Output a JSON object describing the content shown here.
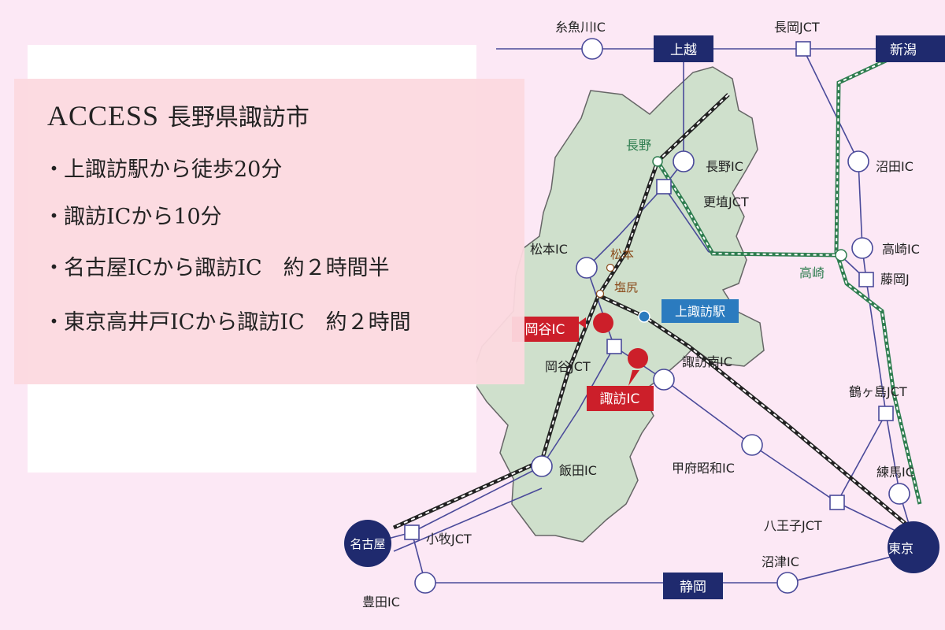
{
  "access": {
    "title_en": "ACCESS",
    "title_jp": "長野県諏訪市",
    "bullet": "・",
    "items": [
      "上諏訪駅から徒歩20分",
      "諏訪ICから10分",
      "名古屋ICから諏訪IC　約２時間半",
      "東京高井戸ICから諏訪IC　約２時間"
    ]
  },
  "map": {
    "cities": {
      "joetsu": "上越",
      "niigata": "新潟",
      "nagoya": "名古屋",
      "tokyo": "東京",
      "shizuoka": "静岡"
    },
    "interchanges": {
      "itoigawa": "糸魚川IC",
      "nagaoka_jct": "長岡JCT",
      "nagano_ic": "長野IC",
      "koshoku_jct": "更埴JCT",
      "numata_ic": "沼田IC",
      "takasaki_ic": "高崎IC",
      "fujioka_jct": "藤岡J",
      "matsumoto_ic": "松本IC",
      "okaya_jct": "岡谷JCT",
      "suwa_minami_ic": "諏訪南IC",
      "tsurugashima_jct": "鶴ヶ島JCT",
      "nerima_ic": "練馬IC",
      "kofu_showa_ic": "甲府昭和IC",
      "iida_ic": "飯田IC",
      "hachioji_jct": "八王子JCT",
      "komaki_jct": "小牧JCT",
      "numazu_ic": "沼津IC",
      "toyota_ic": "豊田IC"
    },
    "stations": {
      "nagano": "長野",
      "takasaki": "高崎",
      "matsumoto": "松本",
      "shiojiri": "塩尻",
      "kami_suwa": "上諏訪駅"
    },
    "highlights": {
      "okaya_ic": "岡谷IC",
      "suwa_ic": "諏訪IC"
    },
    "colors": {
      "background": "#fce8f5",
      "prefecture_fill": "#cfe0cc",
      "prefecture_stroke": "#666666",
      "road": "#4a4a9a",
      "shinkansen": "#2e7d4f",
      "city_box": "#1f2a6e",
      "highlight": "#cc1f2a",
      "station_label": "#2b7bbf",
      "local_station_text": "#8a4a1a"
    }
  }
}
